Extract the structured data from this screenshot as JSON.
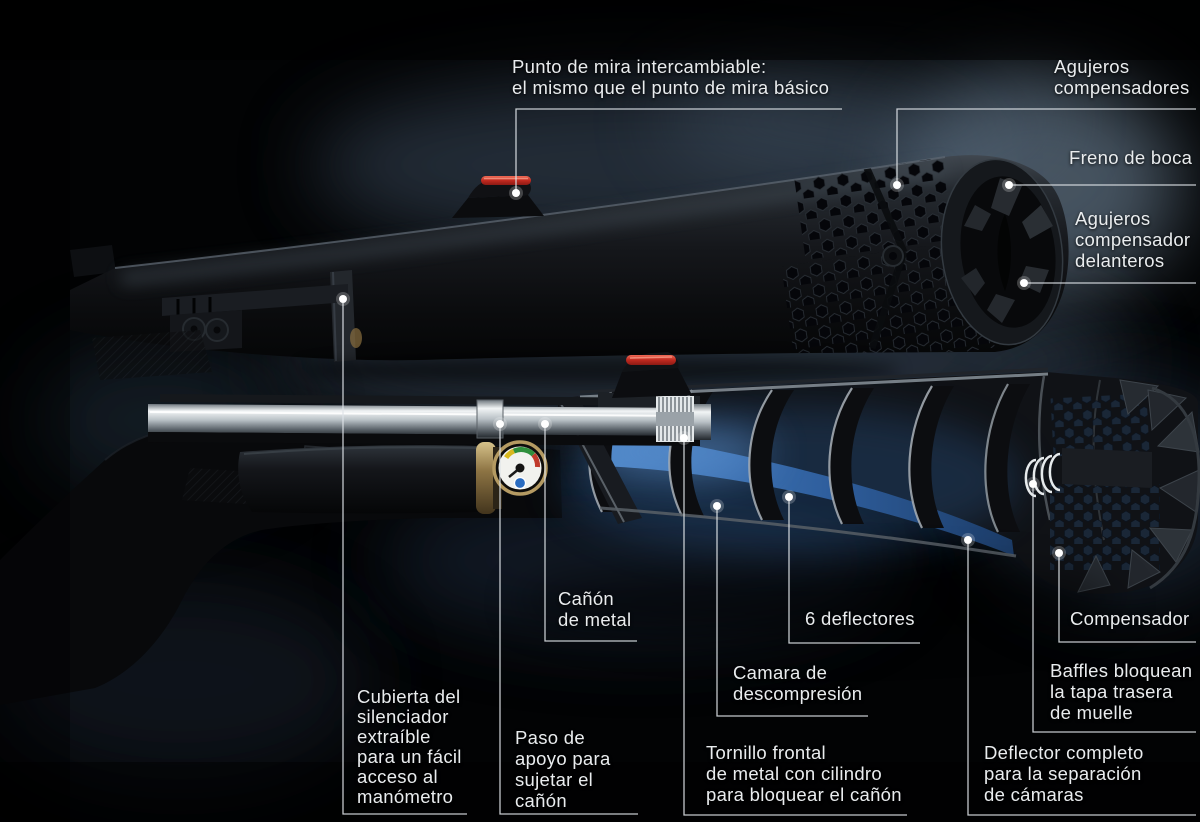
{
  "figure": {
    "type": "product-cutaway-infographic",
    "subject_labels_language": "es"
  },
  "colors": {
    "background": "#04060a",
    "cloud_blue_gray": "#46586c",
    "label_text": "#e9ecee",
    "callout_line": "#dfe4e8",
    "decompression_chamber_blue": "#3f77b8",
    "fiber_optic_red": "#c6352b",
    "gauge_green": "#2e8f3c",
    "gauge_yellow": "#d8b81e",
    "gauge_red": "#c03a2b",
    "gauge_brass": "#a98e55"
  },
  "labels": {
    "punto_de_mira": {
      "lines": [
        "Punto de mira intercambiable:",
        "el mismo que el punto de mira básico"
      ]
    },
    "agujeros_compensadores": {
      "lines": [
        "Agujeros",
        "compensadores"
      ]
    },
    "freno_de_boca": {
      "lines": [
        "Freno de boca"
      ]
    },
    "agujeros_compensador_delanteros": {
      "lines": [
        "Agujeros",
        "compensador",
        "delanteros"
      ]
    },
    "canon_de_metal": {
      "lines": [
        "Cañón",
        "de metal"
      ]
    },
    "seis_deflectores": {
      "lines": [
        "6 deflectores"
      ]
    },
    "compensador": {
      "lines": [
        "Compensador"
      ]
    },
    "camara_de_descompresion": {
      "lines": [
        "Camara de",
        "descompresión"
      ]
    },
    "baffles_bloquean": {
      "lines": [
        "Baffles bloquean",
        "la tapa trasera",
        "de muelle"
      ]
    },
    "cubierta_del_silenciador": {
      "lines": [
        "Cubierta del",
        "silenciador",
        "extraíble",
        "para un fácil",
        "acceso al",
        "manómetro"
      ]
    },
    "paso_de_apoyo": {
      "lines": [
        "Paso de",
        "apoyo para",
        "sujetar el",
        "cañón"
      ]
    },
    "tornillo_frontal": {
      "lines": [
        "Tornillo frontal",
        "de metal con cilindro",
        "para bloquear el cañón"
      ]
    },
    "deflector_completo": {
      "lines": [
        "Deflector completo",
        "para la separación",
        "de cámaras"
      ]
    }
  }
}
